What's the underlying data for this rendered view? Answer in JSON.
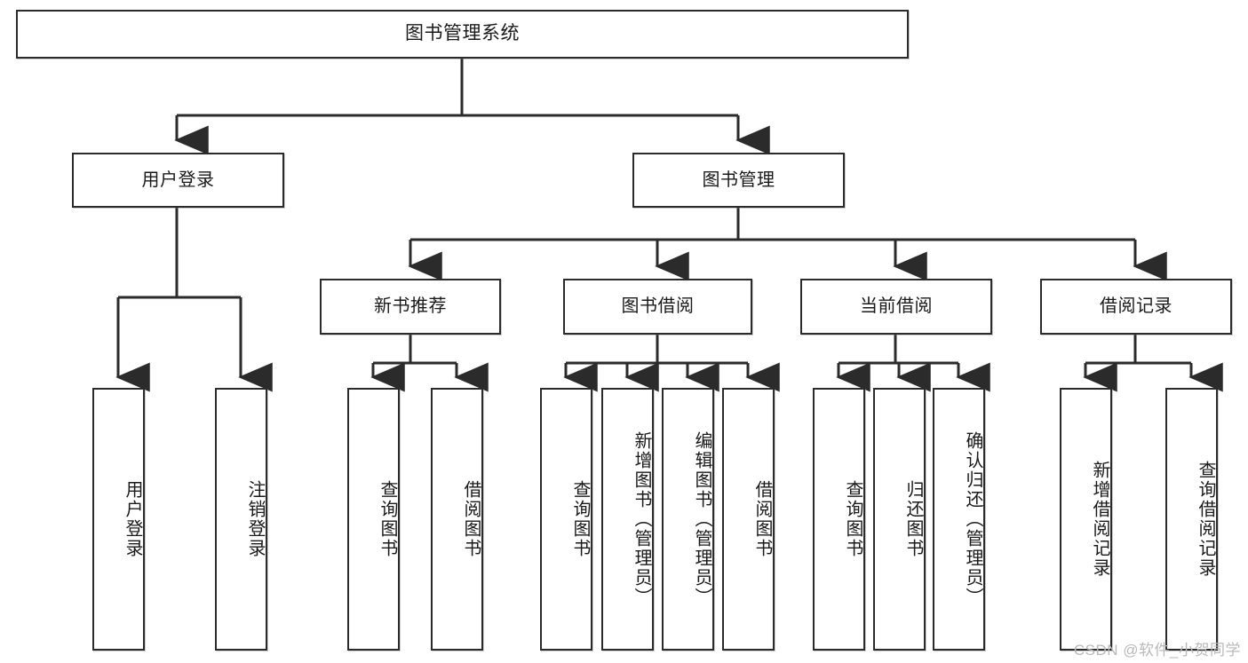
{
  "diagram": {
    "type": "tree-hierarchy-chart",
    "title": "图书管理系统",
    "background_color": "#ffffff",
    "line_color": "#2b2b2b",
    "text_color": "#1a1a1a"
  },
  "nodes": {
    "root": {
      "label": "图书管理系统",
      "level": 1,
      "orientation": "horizontal"
    },
    "level2": [
      {
        "id": "user-login",
        "label": "用户登录",
        "orientation": "horizontal"
      },
      {
        "id": "book-management",
        "label": "图书管理",
        "orientation": "horizontal"
      }
    ],
    "level3": [
      {
        "id": "new-book-recommend",
        "label": "新书推荐",
        "orientation": "horizontal",
        "parent": "book-management"
      },
      {
        "id": "book-borrow",
        "label": "图书借阅",
        "orientation": "horizontal",
        "parent": "book-management"
      },
      {
        "id": "current-borrow",
        "label": "当前借阅",
        "orientation": "horizontal",
        "parent": "book-management"
      },
      {
        "id": "borrow-record",
        "label": "借阅记录",
        "orientation": "horizontal",
        "parent": "book-management"
      }
    ],
    "leaves": {
      "user_login": [
        {
          "id": "leaf-user-login",
          "label": "用户登录"
        },
        {
          "id": "leaf-logout-login",
          "label": "注销登录"
        }
      ],
      "new_book_recommend": [
        {
          "id": "leaf-query-book-1",
          "label": "查询图书"
        },
        {
          "id": "leaf-borrow-book-1",
          "label": "借阅图书"
        }
      ],
      "book_borrow": [
        {
          "id": "leaf-query-book-2",
          "label": "查询图书"
        },
        {
          "id": "leaf-add-book",
          "label": "新增图书（管理员）"
        },
        {
          "id": "leaf-edit-book",
          "label": "编辑图书（管理员）"
        },
        {
          "id": "leaf-borrow-book-2",
          "label": "借阅图书"
        }
      ],
      "current_borrow": [
        {
          "id": "leaf-query-book-3",
          "label": "查询图书"
        },
        {
          "id": "leaf-return-book",
          "label": "归还图书"
        },
        {
          "id": "leaf-confirm-return",
          "label": "确认归还（管理员）"
        }
      ],
      "borrow_record": [
        {
          "id": "leaf-add-record",
          "label": "新增借阅记录"
        },
        {
          "id": "leaf-query-record",
          "label": "查询借阅记录"
        }
      ]
    }
  },
  "watermark": {
    "text": "CSDN @软件_小贺同学"
  }
}
